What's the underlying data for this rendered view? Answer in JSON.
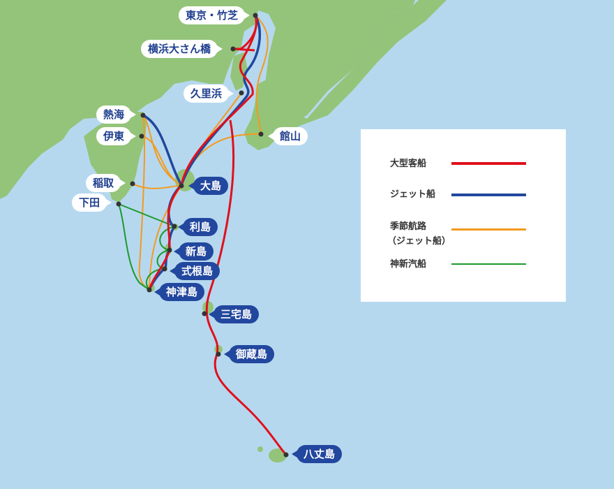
{
  "colors": {
    "sea": "#b6d8ef",
    "land": "#94c47a",
    "large_ship": "#e0101c",
    "jet_ship": "#22479e",
    "seasonal_route": "#f39a1c",
    "shinshin_ship": "#1c9a2c"
  },
  "ports": {
    "tokyo": "東京・竹芝",
    "yokohama": "横浜大さん橋",
    "kurihama": "久里浜",
    "atami": "熱海",
    "ito": "伊東",
    "tateyama": "館山",
    "inatori": "稲取",
    "shimoda": "下田",
    "oshima": "大島",
    "toshima": "利島",
    "niijima": "新島",
    "shikinejima": "式根島",
    "kozushima": "神津島",
    "miyakejima": "三宅島",
    "mikurajima": "御蔵島",
    "hachijojima": "八丈島"
  },
  "legend": {
    "large_ship": "大型客船",
    "jet_ship": "ジェット船",
    "seasonal_line1": "季節航路",
    "seasonal_line2": "（ジェット船）",
    "shinshin_ship": "神新汽船"
  }
}
